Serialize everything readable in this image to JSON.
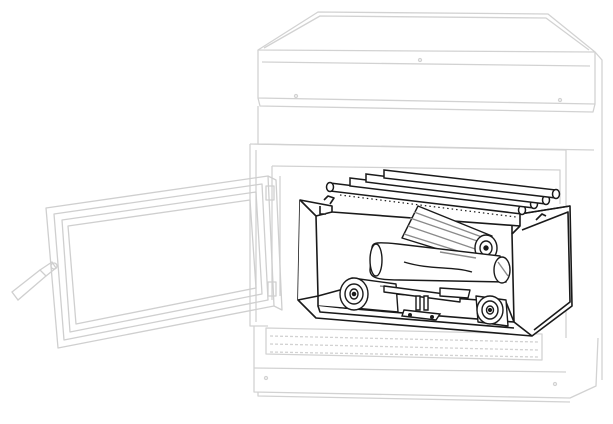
{
  "figure": {
    "subject": "fireplace-insert-exploded-view",
    "callouts": [],
    "colors": {
      "background": "#ffffff",
      "ghost_line": "#d6d6d6",
      "ink": "#1a1a1a",
      "firebox_interior": "#ffffff",
      "log_shade": "#9a9a9a"
    },
    "parts": [
      {
        "id": "stove-cabinet",
        "label": ""
      },
      {
        "id": "open-door",
        "label": ""
      },
      {
        "id": "door-handle",
        "label": ""
      },
      {
        "id": "gas-burner-tubes",
        "label": ""
      },
      {
        "id": "firebox-liner",
        "label": ""
      },
      {
        "id": "log-set",
        "label": ""
      },
      {
        "id": "log-support-grate",
        "label": ""
      },
      {
        "id": "louver-vent",
        "label": ""
      }
    ]
  }
}
